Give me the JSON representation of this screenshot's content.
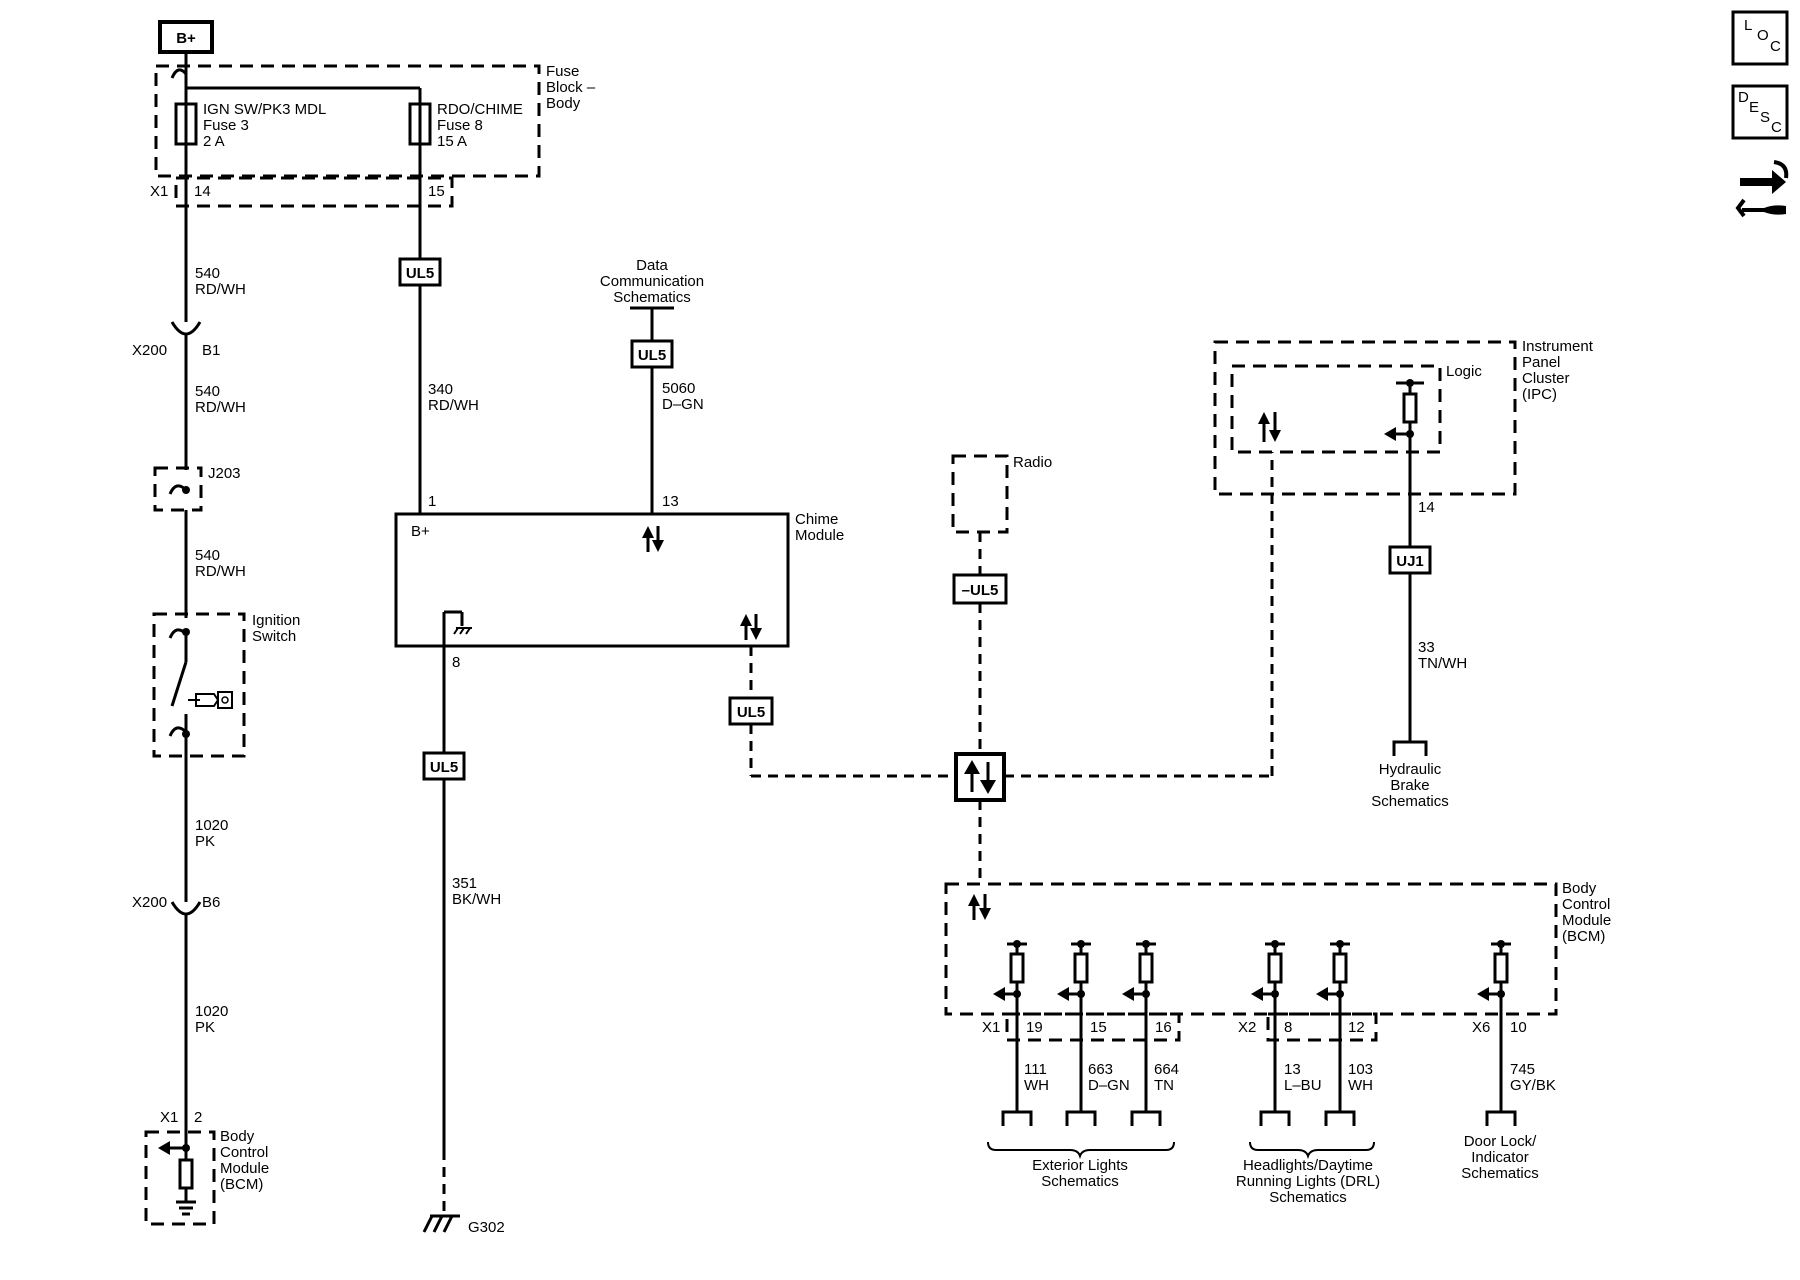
{
  "battery": {
    "label": "B+"
  },
  "fuse_block": {
    "label": [
      "Fuse",
      "Block –",
      "Body"
    ],
    "fuse3": [
      "IGN SW/PK3 MDL",
      "Fuse 3",
      "2 A"
    ],
    "fuse8": [
      "RDO/CHIME",
      "Fuse 8",
      "15 A"
    ],
    "connector": "X1",
    "pins": [
      "14",
      "15"
    ]
  },
  "wires": {
    "w540a": [
      "540",
      "RD/WH"
    ],
    "w540b": [
      "540",
      "RD/WH"
    ],
    "w540c": [
      "540",
      "RD/WH"
    ],
    "w340": [
      "340",
      "RD/WH"
    ],
    "w5060": [
      "5060",
      "D–GN"
    ],
    "w1020a": [
      "1020",
      "PK"
    ],
    "w1020b": [
      "1020",
      "PK"
    ],
    "w351": [
      "351",
      "BK/WH"
    ],
    "w33": [
      "33",
      "TN/WH"
    ],
    "w111": [
      "111",
      "WH"
    ],
    "w663": [
      "663",
      "D–GN"
    ],
    "w664": [
      "664",
      "TN"
    ],
    "w13": [
      "13",
      "L–BU"
    ],
    "w103": [
      "103",
      "WH"
    ],
    "w745": [
      "745",
      "GY/BK"
    ]
  },
  "connectors": {
    "x200_b1": [
      "X200",
      "B1"
    ],
    "x200_b6": [
      "X200",
      "B6"
    ],
    "j203": "J203",
    "x1_2": [
      "X1",
      "2"
    ],
    "ipc_pin": "14",
    "bcm_x1": [
      "X1",
      "19",
      "15",
      "16"
    ],
    "bcm_x2": [
      "X2",
      "8",
      "12"
    ],
    "bcm_x6": [
      "X6",
      "10"
    ]
  },
  "modules": {
    "ignition_switch": [
      "Ignition",
      "Switch"
    ],
    "bcm_left": [
      "Body",
      "Control",
      "Module",
      "(BCM)"
    ],
    "chime": [
      "Chime",
      "Module"
    ],
    "chime_pins": {
      "b_plus": "B+",
      "pin1": "1",
      "pin13": "13",
      "pin8": "8"
    },
    "radio": "Radio",
    "ipc": [
      "Instrument",
      "Panel",
      "Cluster",
      "(IPC)"
    ],
    "ipc_logic": "Logic",
    "bcm_right": [
      "Body",
      "Control",
      "Module",
      "(BCM)"
    ]
  },
  "tags": {
    "ul5": "UL5",
    "ul5_radio": "–UL5",
    "uj1": "UJ1"
  },
  "references": {
    "data_comm": [
      "Data",
      "Communication",
      "Schematics"
    ],
    "hydraulic_brake": [
      "Hydraulic",
      "Brake",
      "Schematics"
    ],
    "exterior_lights": [
      "Exterior Lights",
      "Schematics"
    ],
    "headlights": [
      "Headlights/Daytime",
      "Running Lights (DRL)",
      "Schematics"
    ],
    "door_lock": [
      "Door Lock/",
      "Indicator",
      "Schematics"
    ]
  },
  "ground": {
    "label": "G302"
  },
  "nav": {
    "loc": [
      "L",
      "O",
      "C"
    ],
    "desc": [
      "D",
      "E",
      "S",
      "C"
    ]
  }
}
